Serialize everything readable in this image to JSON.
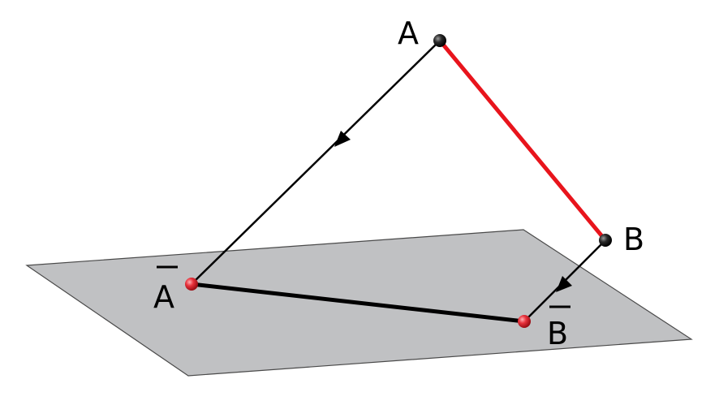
{
  "points": {
    "A": {
      "label": "A"
    },
    "B": {
      "label": "B"
    },
    "A_proj": {
      "label": "A",
      "overbar": true
    },
    "B_proj": {
      "label": "B",
      "overbar": true
    }
  },
  "colors": {
    "plane_fill": "#c0c1c3",
    "plane_edge": "#4a4a4a",
    "segment_AB": "#e8141c",
    "projection_line": "#000000",
    "space_point": "#222222",
    "plane_point": "#e0303a"
  }
}
